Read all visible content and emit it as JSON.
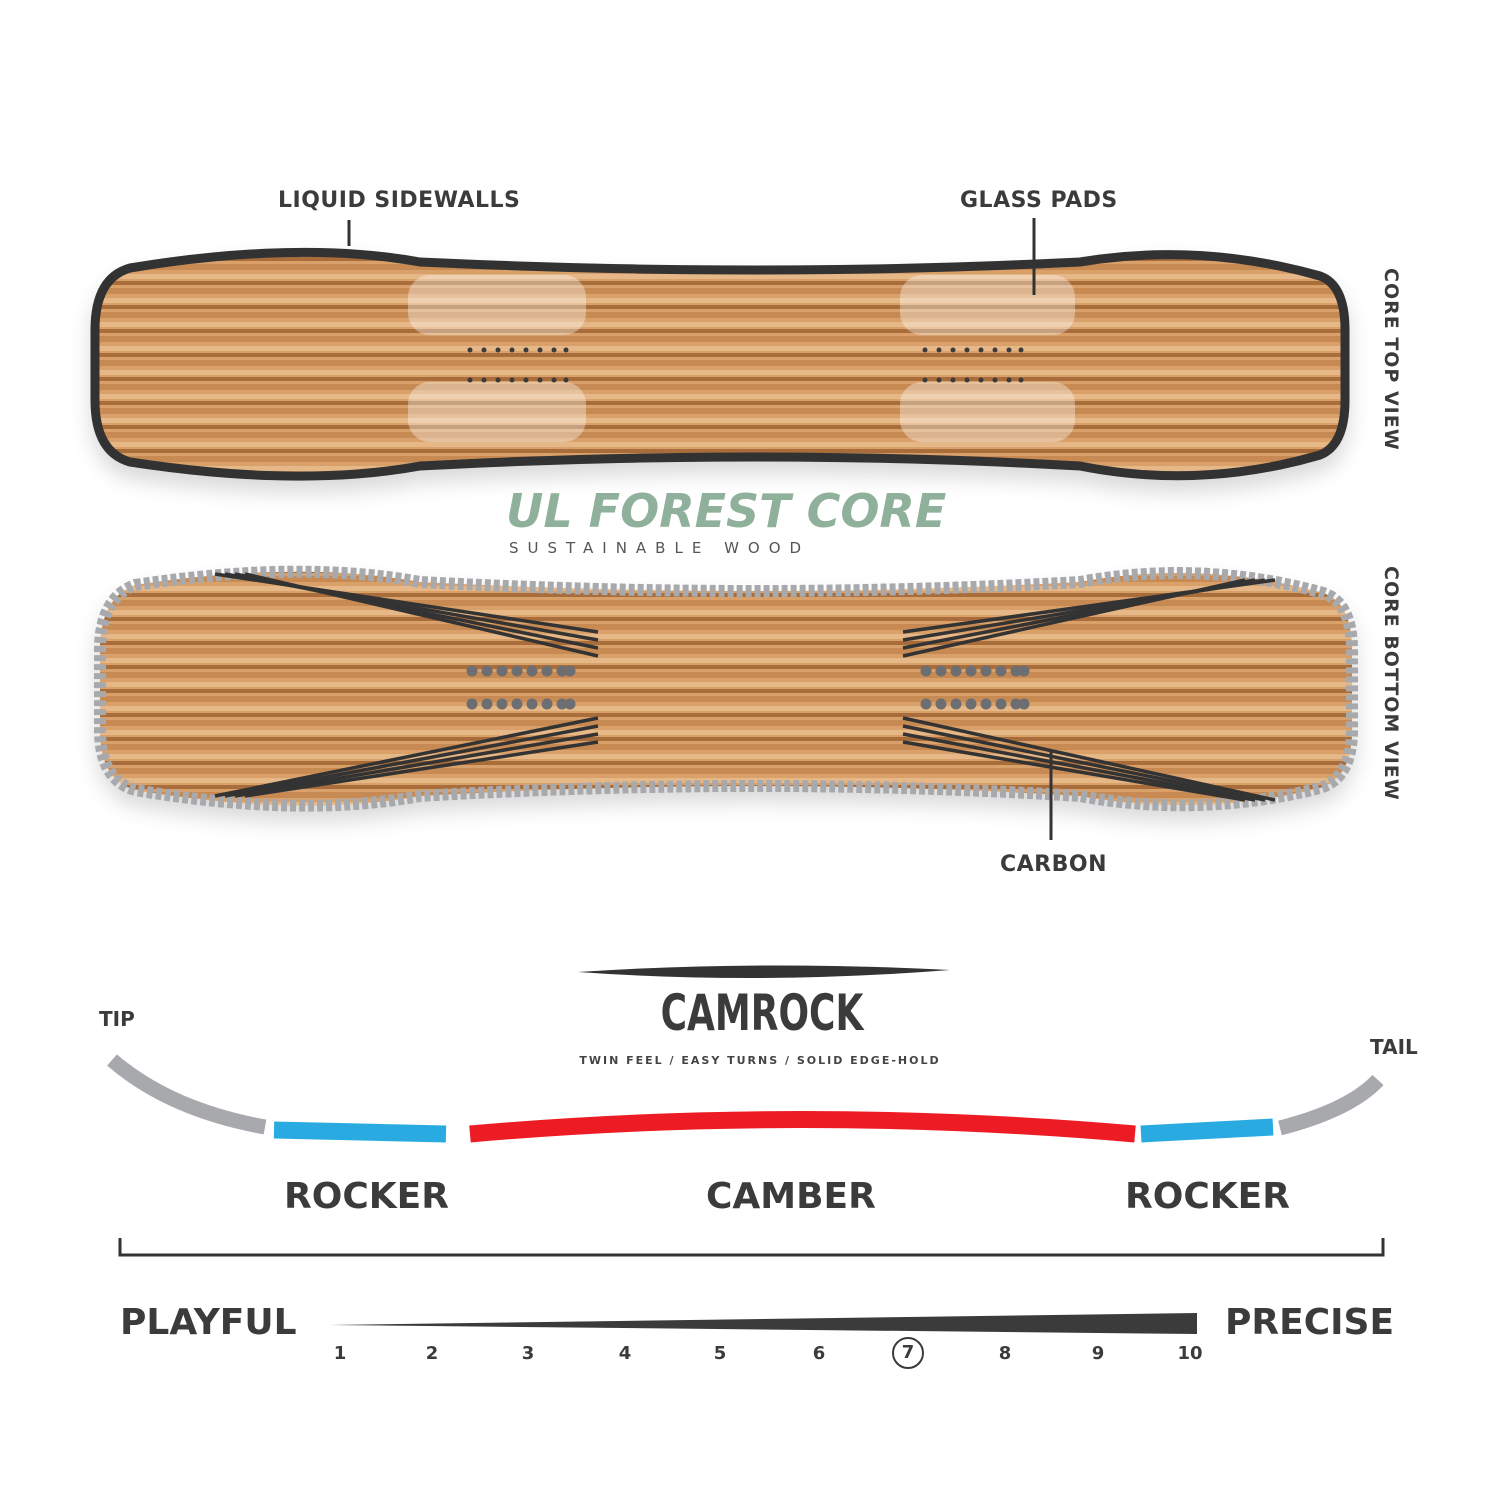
{
  "top_labels": {
    "liquid_sidewalls": "LIQUID SIDEWALLS",
    "glass_pads": "GLASS PADS",
    "carbon": "CARBON"
  },
  "views": {
    "top": "CORE TOP VIEW",
    "bottom": "CORE BOTTOM VIEW"
  },
  "core": {
    "title": "UL FOREST CORE",
    "subtitle": "SUSTAINABLE WOOD"
  },
  "profile": {
    "name": "CAMROCK",
    "tagline": "TWIN FEEL / EASY TURNS / SOLID EDGE-HOLD",
    "tip": "TIP",
    "tail": "TAIL",
    "segments": [
      "ROCKER",
      "CAMBER",
      "ROCKER"
    ]
  },
  "scale": {
    "left": "PLAYFUL",
    "right": "PRECISE",
    "ticks": [
      "1",
      "2",
      "3",
      "4",
      "5",
      "6",
      "7",
      "8",
      "9",
      "10"
    ],
    "selected": 7
  },
  "colors": {
    "rocker": "#29abe2",
    "camber": "#ed1c24",
    "tip_tail": "#a7a9ac",
    "title_green": "#8fb09a",
    "sidewall": "#333333",
    "wood_light": "#d9a06a",
    "wood_dark": "#a96d3b"
  }
}
